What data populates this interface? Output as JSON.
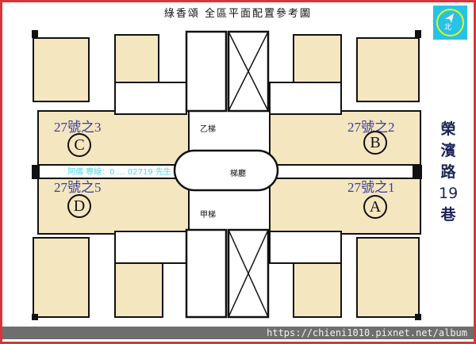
{
  "title": "綠香頌  全區平面配置參考圖",
  "units": [
    {
      "label": "27號之3",
      "letter": "C"
    },
    {
      "label": "27號之2",
      "letter": "B"
    },
    {
      "label": "27號之5",
      "letter": "D"
    },
    {
      "label": "27號之1",
      "letter": "A"
    }
  ],
  "core": {
    "stair_b": "乙梯",
    "stair_a": "甲梯",
    "lobby": "梯廳"
  },
  "street": [
    "榮",
    "濱",
    "路",
    "19",
    "巷"
  ],
  "compass": {
    "label": "北",
    "icon": "north-arrow-icon"
  },
  "watermark": "阿儀 專線：0 … 02719 先生",
  "footer": {
    "url": "https://chieni1010.pixnet.net/album"
  },
  "colors": {
    "frame": "#d8363a",
    "room_fill": "#f4e6bf",
    "unit_label": "#3b3f9a",
    "street_label": "#1c2456",
    "footer_bg": "#6e6e6e",
    "compass_bg": "#27c3e6"
  }
}
